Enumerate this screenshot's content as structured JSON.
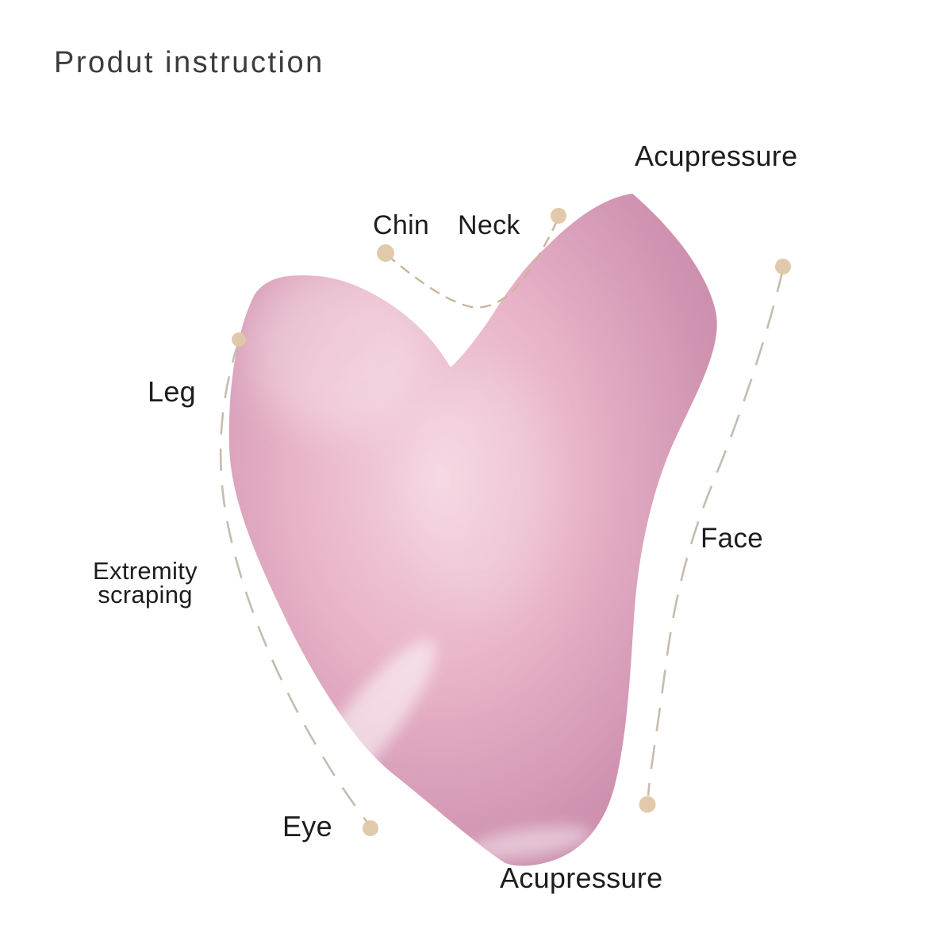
{
  "header": {
    "title": "Produt instruction"
  },
  "annotations": [
    {
      "id": "acupressure-top",
      "text": "Acupressure"
    },
    {
      "id": "chin",
      "text": "Chin"
    },
    {
      "id": "neck",
      "text": "Neck"
    },
    {
      "id": "leg",
      "text": "Leg"
    },
    {
      "id": "extremity-scraping",
      "line1": "Extremity",
      "line2": "scraping"
    },
    {
      "id": "face",
      "text": "Face"
    },
    {
      "id": "eye",
      "text": "Eye"
    },
    {
      "id": "acupressure-bottom",
      "text": "Acupressure"
    }
  ],
  "colors": {
    "background": "#ffffff",
    "stone_light": "#f4d4e0",
    "stone_mid": "#e8b2c7",
    "stone_dark": "#d094b2",
    "stone_deep": "#c787a6",
    "dot": "#dfc7a7",
    "guide": "#c6bcae",
    "guide_warm": "#c9b59d",
    "text": "#1d1d1d",
    "title_text": "#3c3c3c"
  }
}
